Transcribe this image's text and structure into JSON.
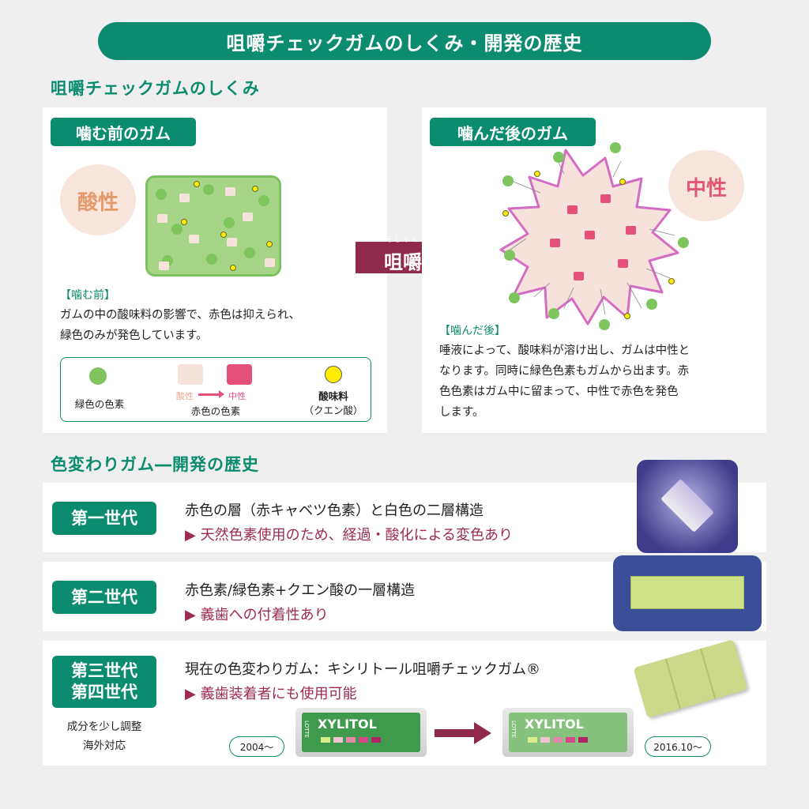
{
  "title": "咀嚼チェックガムのしくみ・開発の歴史",
  "mechanism": {
    "heading": "咀嚼チェックガムのしくみ",
    "before": {
      "tag": "噛む前のガム",
      "bubble": "酸性",
      "note_title": "【噛む前】",
      "note_line1": "ガムの中の酸味料の影響で、赤色は抑えられ、",
      "note_line2": "緑色のみが発色しています。"
    },
    "arrow": {
      "ruby": "そしゃく",
      "label": "咀嚼"
    },
    "after": {
      "tag": "噛んだ後のガム",
      "bubble": "中性",
      "note_title": "【噛んだ後】",
      "note_line1": "唾液によって、酸味料が溶け出し、ガムは中性と",
      "note_line2": "なります。同時に緑色色素もガムから出ます。赤",
      "note_line3": "色色素はガム中に留まって、中性で赤色を発色",
      "note_line4": "します。"
    },
    "legend": {
      "green": "緑色の色素",
      "acid_label": "酸性",
      "neutral_label": "中性",
      "red": "赤色の色素",
      "sour": "酸味料",
      "sour_sub": "（クエン酸）"
    }
  },
  "history": {
    "heading": "色変わりガム―開発の歴史",
    "gen1": {
      "label": "第一世代",
      "main": "赤色の層（赤キャベツ色素）と白色の二層構造",
      "sub": "▶ 天然色素使用のため、経過・酸化による変色あり"
    },
    "gen2": {
      "label": "第二世代",
      "main": "赤色素/緑色素+クエン酸の一層構造",
      "sub": "▶ 義歯への付着性あり"
    },
    "gen3": {
      "label_line1": "第三世代",
      "label_line2": "第四世代",
      "note_line1": "成分を少し調整",
      "note_line2": "海外対応",
      "main": "現在の色変わりガム：キシリトール咀嚼チェックガム®",
      "sub": "▶ 義歯装着者にも使用可能",
      "date_old": "2004〜",
      "date_new": "2016.10〜",
      "pack_brand": "XYLITOL",
      "pack_maker": "LOTTE"
    }
  },
  "colors": {
    "accent": "#0c8c6e",
    "wine": "#9c2a55",
    "green_dot": "#7fc55e",
    "red_square": "#e4507a"
  }
}
